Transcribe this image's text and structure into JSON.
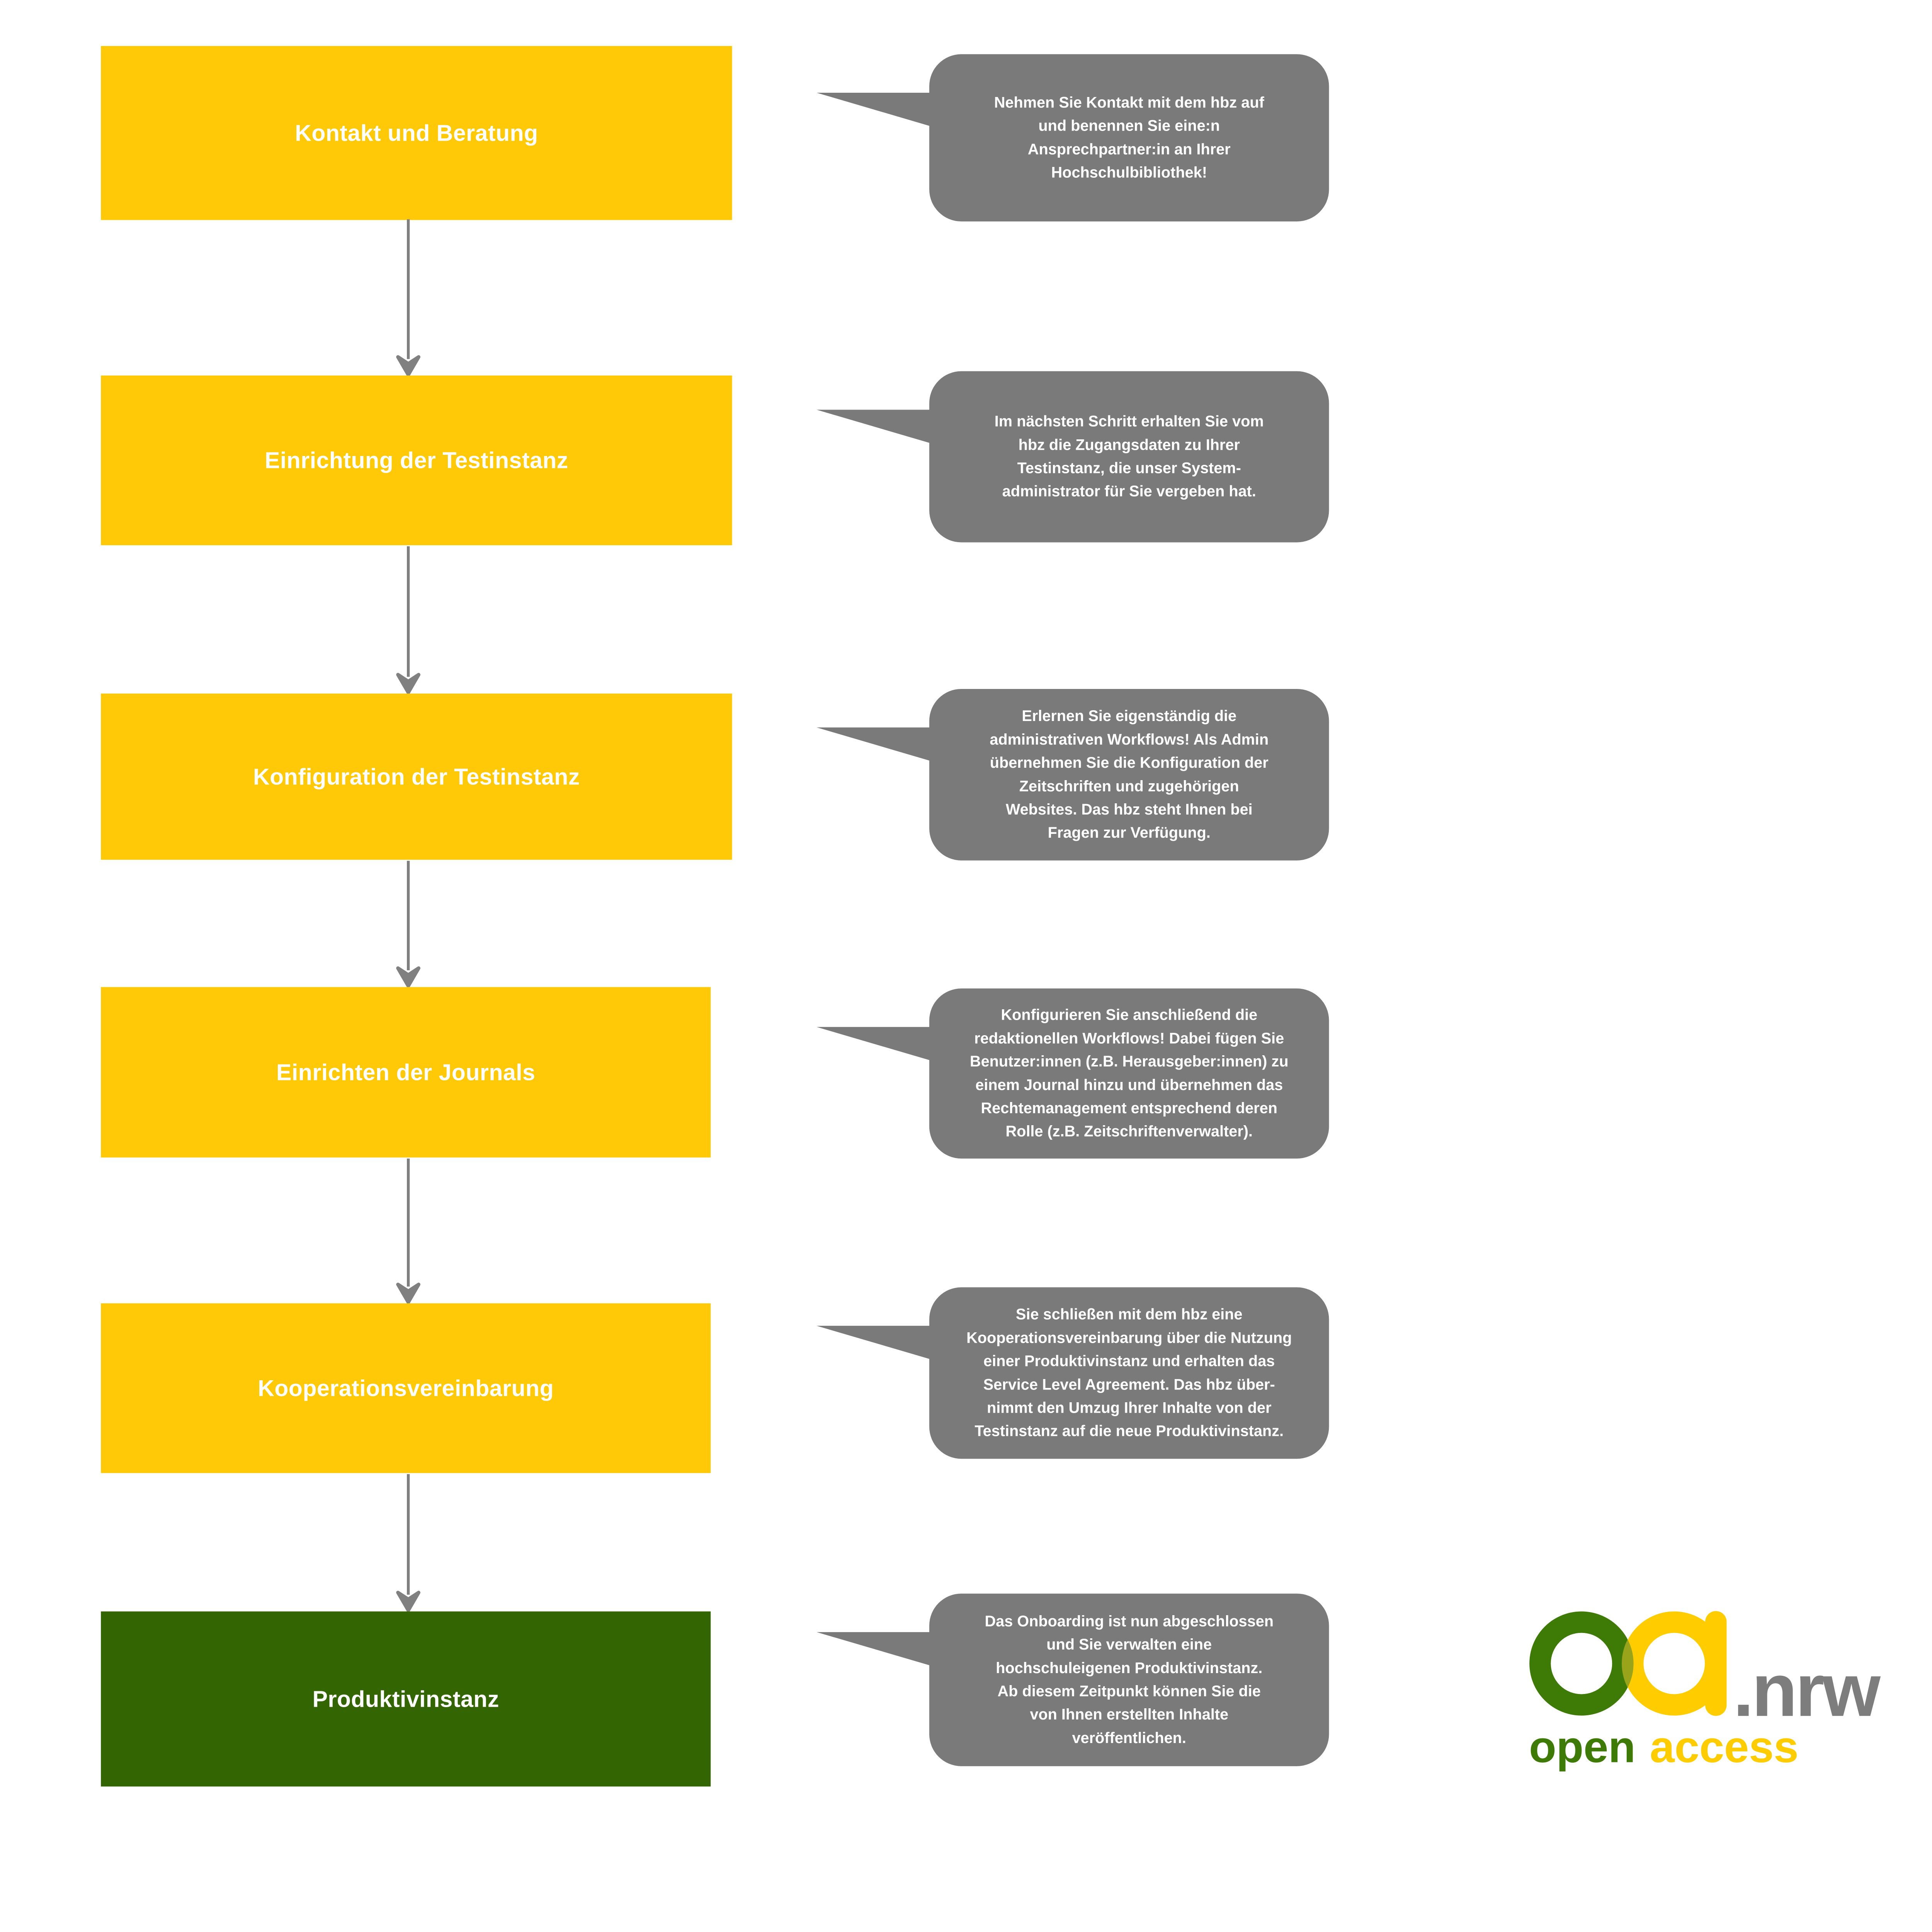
{
  "colors": {
    "box_yellow": "#ffc907",
    "box_green": "#336602",
    "bubble_gray": "#7a7a7a",
    "arrow_gray": "#808080",
    "text_white": "#ffffff",
    "logo_green": "#3d7a06",
    "logo_yellow": "#ffcc00",
    "logo_gray": "#7d7d7d",
    "logo_olive": "#9aa41a"
  },
  "steps": [
    {
      "label": "Kontakt und Beratung",
      "bubble": "Nehmen Sie Kontakt mit dem hbz auf\nund benennen Sie eine:n\nAnsprechpartner:in an Ihrer\nHochschulbibliothek!"
    },
    {
      "label": "Einrichtung der Testinstanz",
      "bubble": "Im nächsten Schritt erhalten Sie vom\nhbz die Zugangsdaten zu Ihrer\nTestinstanz, die unser System-\nadministrator für Sie vergeben hat."
    },
    {
      "label": "Konfiguration der Testinstanz",
      "bubble": "Erlernen Sie eigenständig die\nadministrativen Workflows! Als Admin\nübernehmen Sie die Konfiguration der\nZeitschriften und zugehörigen\nWebsites. Das hbz steht Ihnen bei\nFragen zur Verfügung."
    },
    {
      "label": "Einrichten der Journals",
      "bubble": "Konfigurieren Sie anschließend die\nredaktionellen Workflows! Dabei fügen Sie\nBenutzer:innen (z.B. Herausgeber:innen) zu\neinem Journal hinzu und übernehmen das\nRechtemanagement entsprechend deren\nRolle (z.B. Zeitschriftenverwalter)."
    },
    {
      "label": "Kooperationsvereinbarung",
      "bubble": "Sie schließen mit dem hbz eine\nKooperationsvereinbarung über die Nutzung\neiner Produktivinstanz und erhalten das\nService Level Agreement. Das hbz über-\nnimmt den Umzug Ihrer Inhalte von der\nTestinstanz auf die neue Produktivinstanz."
    },
    {
      "label": "Produktivinstanz",
      "bubble": "Das Onboarding ist nun abgeschlossen\nund Sie verwalten eine\nhochschuleigenen Produktivinstanz.\nAb diesem Zeitpunkt können Sie die\nvon Ihnen erstellten Inhalte\nveröffentlichen."
    }
  ],
  "logo": {
    "suffix": ".nrw",
    "open": "open",
    "access": "access"
  }
}
